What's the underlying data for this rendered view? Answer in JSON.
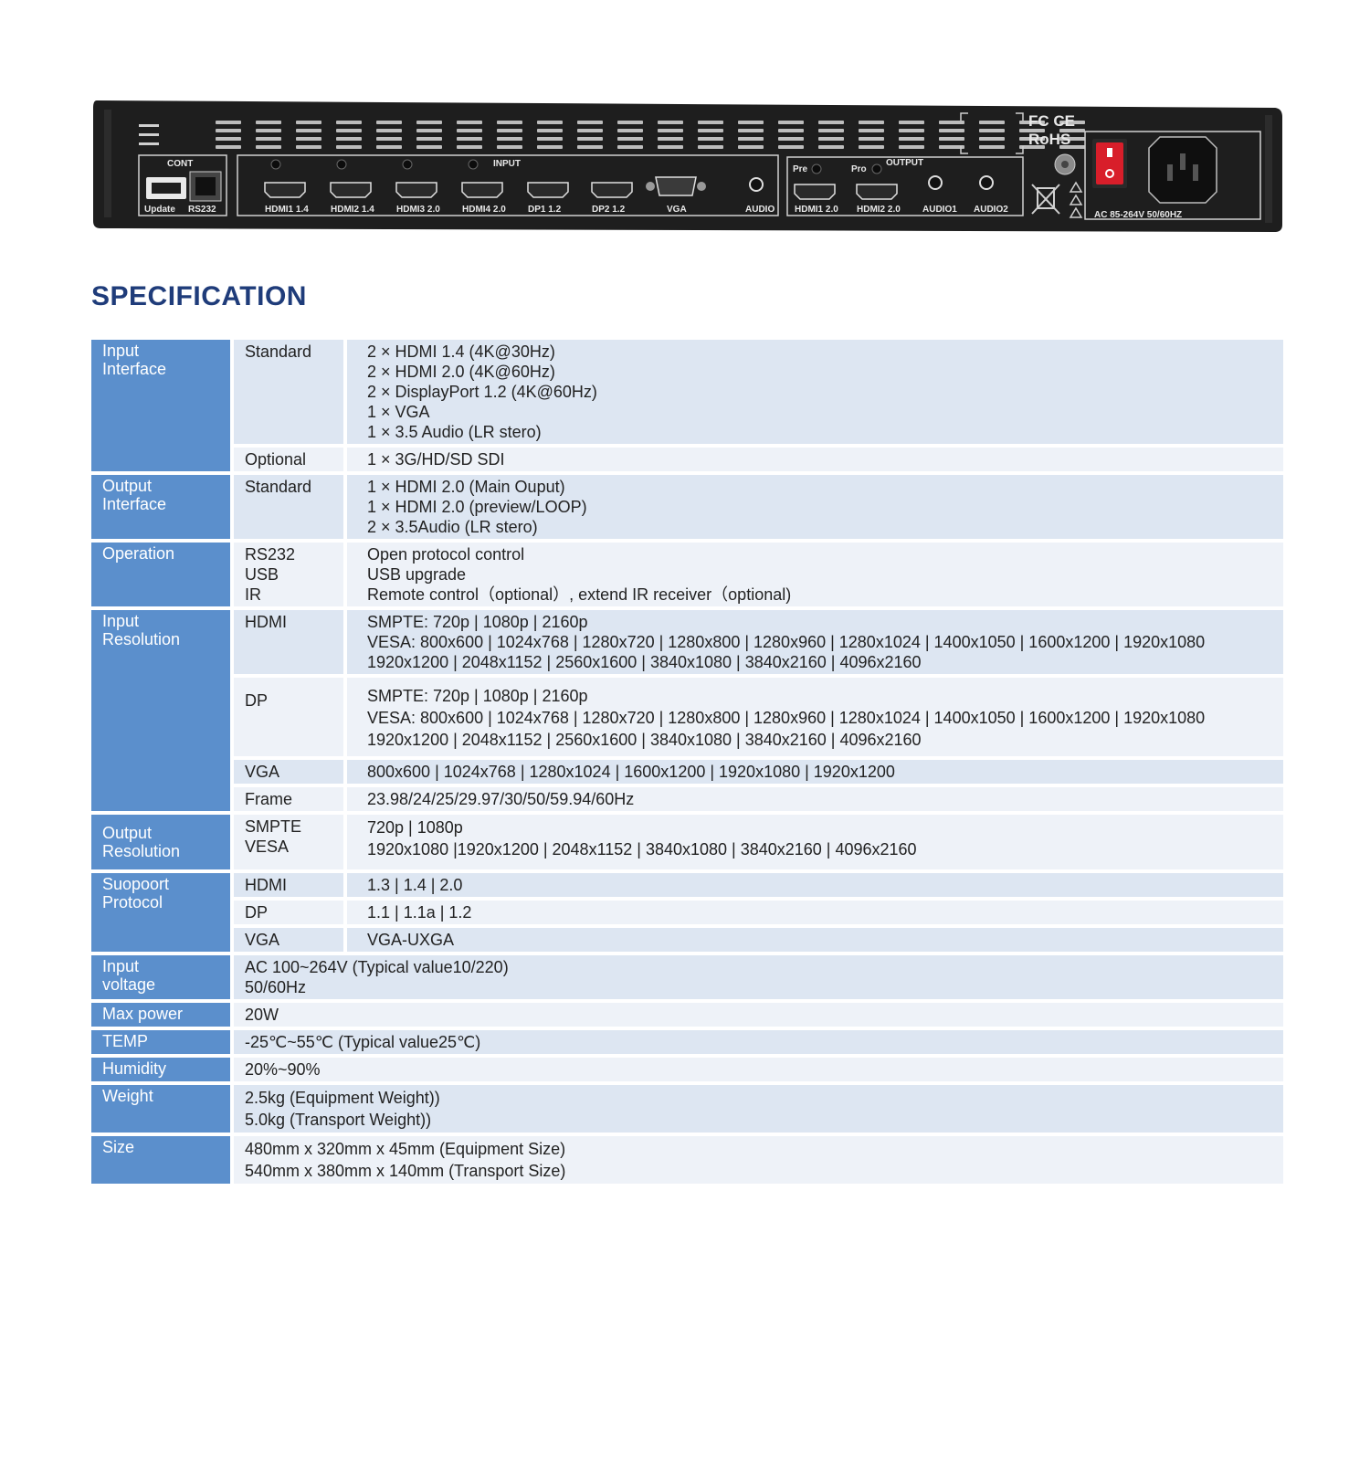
{
  "device": {
    "cont_label": "CONT",
    "input_label": "INPUT",
    "output_label": "OUTPUT",
    "update_label": "Update",
    "rs232_label": "RS232",
    "input_ports": [
      "HDMI1 1.4",
      "HDMI2 1.4",
      "HDMI3 2.0",
      "HDMI4 2.0",
      "DP1 1.2",
      "DP2 1.2",
      "VGA",
      "AUDIO"
    ],
    "pre_label": "Pre",
    "pro_label": "Pro",
    "output_ports": [
      "HDMI1 2.0",
      "HDMI2 2.0",
      "AUDIO1",
      "AUDIO2"
    ],
    "fc_ce": "FC CE",
    "rohs": "RoHS",
    "power_label": "AC 85-264V 50/60HZ",
    "colors": {
      "chassis": "#1e1e1e",
      "panel_line": "#cfcfcf",
      "switch": "#d81e2a"
    }
  },
  "spec": {
    "title": "SPECIFICATION",
    "groups": {
      "input_interface": {
        "category": "Input\nInterface",
        "standard_label": "Standard",
        "standard_value": "2 × HDMI 1.4  (4K@30Hz)\n2 × HDMI 2.0  (4K@60Hz)\n2 × DisplayPort 1.2  (4K@60Hz)\n1 × VGA\n1 × 3.5 Audio  (LR stero)",
        "optional_label": "Optional",
        "optional_value": "1 × 3G/HD/SD SDI"
      },
      "output_interface": {
        "category": "Output\nInterface",
        "standard_label": "Standard",
        "standard_value": "1 × HDMI 2.0  (Main Ouput)\n1 × HDMI 2.0  (preview/LOOP)\n2 × 3.5Audio  (LR stero)"
      },
      "operation": {
        "category": "Operation",
        "sub": "RS232\nUSB\nIR",
        "value": "Open protocol control\nUSB upgrade\nRemote control（optional）, extend IR receiver（optional)"
      },
      "input_resolution": {
        "category": "Input\nResolution",
        "hdmi_label": "HDMI",
        "hdmi_value": "SMPTE: 720p | 1080p | 2160p\nVESA: 800x600 | 1024x768 | 1280x720 | 1280x800 | 1280x960 | 1280x1024 | 1400x1050 | 1600x1200 | 1920x1080\n1920x1200 | 2048x1152 | 2560x1600 | 3840x1080 | 3840x2160 | 4096x2160",
        "dp_label": "DP",
        "dp_value": "SMPTE: 720p | 1080p | 2160p\nVESA: 800x600 | 1024x768 | 1280x720 | 1280x800 | 1280x960 | 1280x1024 | 1400x1050 | 1600x1200 | 1920x1080\n1920x1200 | 2048x1152 | 2560x1600 | 3840x1080 | 3840x2160 | 4096x2160",
        "vga_label": "VGA",
        "vga_value": "800x600 | 1024x768 | 1280x1024 | 1600x1200 | 1920x1080 | 1920x1200",
        "frame_label": "Frame",
        "frame_value": "23.98/24/25/29.97/30/50/59.94/60Hz"
      },
      "output_resolution": {
        "category": "Output\nResolution",
        "sub": "SMPTE\nVESA",
        "value": "720p | 1080p\n1920x1080 |1920x1200 | 2048x1152 | 3840x1080 | 3840x2160 | 4096x2160"
      },
      "support_protocol": {
        "category": "Suopoort\nProtocol",
        "hdmi_label": "HDMI",
        "hdmi_value": "1.3 | 1.4 | 2.0",
        "dp_label": "DP",
        "dp_value": "1.1 | 1.1a | 1.2",
        "vga_label": "VGA",
        "vga_value": "VGA-UXGA"
      },
      "input_voltage": {
        "category": "Input\nvoltage",
        "value": "AC 100~264V  (Typical value10/220)\n50/60Hz"
      },
      "max_power": {
        "category": "Max power",
        "value": "20W"
      },
      "temp": {
        "category": "TEMP",
        "value": "-25℃~55℃  (Typical value25℃)"
      },
      "humidity": {
        "category": "Humidity",
        "value": "20%~90%"
      },
      "weight": {
        "category": "Weight",
        "value": "2.5kg  (Equipment Weight))\n5.0kg  (Transport Weight))"
      },
      "size": {
        "category": "Size",
        "value": "480mm x 320mm x 45mm   (Equipment Size)\n540mm x 380mm x 140mm   (Transport Size)"
      }
    }
  }
}
